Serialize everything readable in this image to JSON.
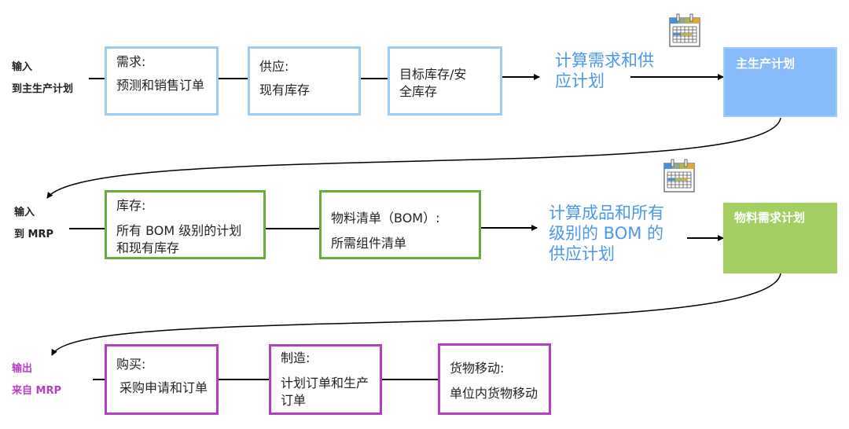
{
  "colors": {
    "row1_border": "#9fccf5",
    "row1_result_fill": "#86baf8",
    "row2_border": "#6aab3e",
    "row2_result_fill": "#a3cf62",
    "row3_border": "#b43fc4",
    "calc_text": "#4c97ef",
    "output_label": "#b43fc4"
  },
  "row1": {
    "label_line1": "输入",
    "label_line2": "到主生产计划",
    "boxes": [
      {
        "title": "需求:",
        "body": "预测和销售订单"
      },
      {
        "title": "供应:",
        "body": "现有库存"
      },
      {
        "title": "目标库存/安",
        "body": "全库存"
      }
    ],
    "calc_line1": "计算需求和供",
    "calc_line2": "应计划",
    "calendar_icon": "calendar-icon",
    "result": "主生产计划"
  },
  "row2": {
    "label_line1": "输入",
    "label_line2": "到 MRP",
    "boxes": [
      {
        "title": "库存:",
        "body1": "所有 BOM 级别的计划",
        "body2": "和现有库存"
      },
      {
        "title": "物料清单（BOM）:",
        "body": "所需组件清单"
      }
    ],
    "calc_line1": "计算成品和所有",
    "calc_line2": "级别的 BOM 的",
    "calc_line3": "供应计划",
    "calendar_icon": "calendar-icon",
    "result": "物料需求计划"
  },
  "row3": {
    "label_line1": "输出",
    "label_line2": "来自 MRP",
    "boxes": [
      {
        "title": "购买:",
        "body": "采购申请和订单"
      },
      {
        "title": "制造:",
        "body1": "计划订单和生产",
        "body2": "订单"
      },
      {
        "title": "货物移动:",
        "body": "单位内货物移动"
      }
    ]
  }
}
